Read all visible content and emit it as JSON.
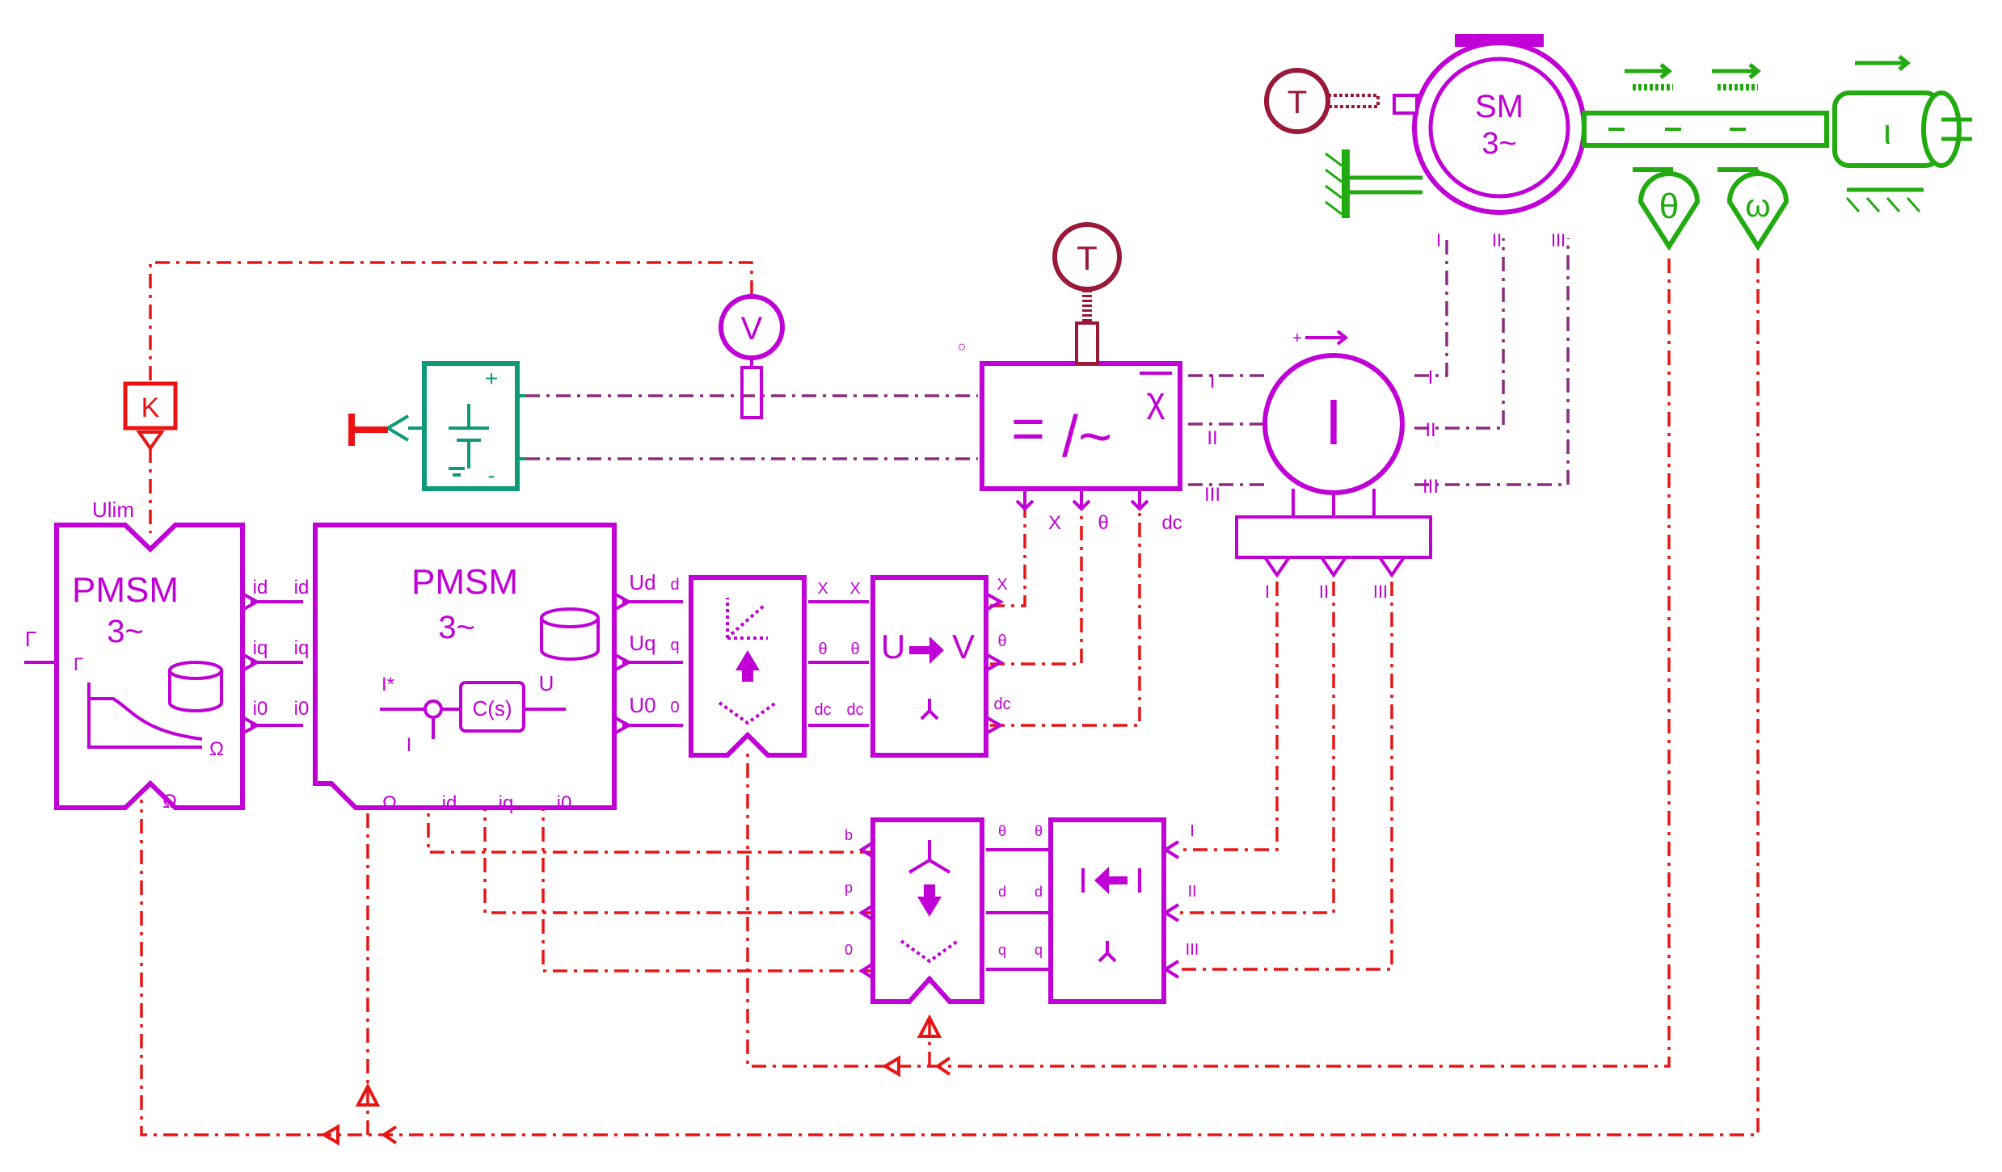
{
  "colors": {
    "block": "#c000d6",
    "signal": "#e81515",
    "power": "#8a2d7e",
    "mechanical": "#22aa11",
    "sensor": "#9a1838",
    "source": "#0e9a78"
  },
  "blocks": {
    "pmsm_limiter": {
      "title": "PMSM",
      "phases": "3~",
      "in_top": "Ulim",
      "in_left": "Γ",
      "in_bottom": "Ω",
      "plot_y": "Γ",
      "plot_x": "Ω",
      "outputs": [
        "id",
        "iq",
        "i0"
      ]
    },
    "pmsm_controller": {
      "title": "PMSM",
      "phases": "3~",
      "inputs_left": [
        "id",
        "iq",
        "i0"
      ],
      "outputs": [
        "Ud",
        "Uq",
        "U0"
      ],
      "bottom_ports": [
        "Ω",
        "id",
        "iq",
        "i0"
      ],
      "loop_ref": "I*",
      "loop_fb": "I",
      "loop_out": "U",
      "controller": "C(s)"
    },
    "park_inverse": {
      "inputs": [
        "d",
        "q",
        "0"
      ],
      "outputs": [
        "X",
        "θ",
        "dc"
      ]
    },
    "u_to_v": {
      "label_u": "U",
      "label_v": "V",
      "inputs": [
        "X",
        "θ",
        "dc"
      ],
      "outputs": [
        "X",
        "θ",
        "dc"
      ]
    },
    "inverter": {
      "symbol_eq": "=",
      "symbol_ac": "/~",
      "symbol_chi": "χ",
      "inputs": [
        "X",
        "θ",
        "dc"
      ],
      "dc_marker": "○",
      "ac_ports": [
        "I",
        "II",
        "III"
      ]
    },
    "current_sensor": {
      "label": "I",
      "phases": [
        "I",
        "II",
        "III"
      ],
      "outputs": [
        "I",
        "II",
        "III"
      ]
    },
    "i_to_i": {
      "label_left": "I",
      "label_right": "I",
      "inputs": [
        "I",
        "II",
        "III"
      ],
      "outputs": [
        "θ",
        "d",
        "q"
      ]
    },
    "park_direct": {
      "inputs": [
        "θ",
        "d",
        "q"
      ],
      "outputs": [
        "b",
        "p",
        "0"
      ]
    },
    "motor": {
      "label": "SM",
      "phases": "3~",
      "terminals": [
        "I",
        "II",
        "III"
      ]
    },
    "voltmeter": {
      "label": "V"
    },
    "temp_sensor_motor": {
      "label": "T"
    },
    "temp_sensor_inverter": {
      "label": "T"
    },
    "gain": {
      "label": "K"
    },
    "angle_sensor": {
      "label": "θ"
    },
    "speed_sensor": {
      "label": "ω"
    },
    "load": {
      "label": "ι"
    },
    "dc_source": {
      "plus": "+",
      "minus": "-"
    }
  }
}
